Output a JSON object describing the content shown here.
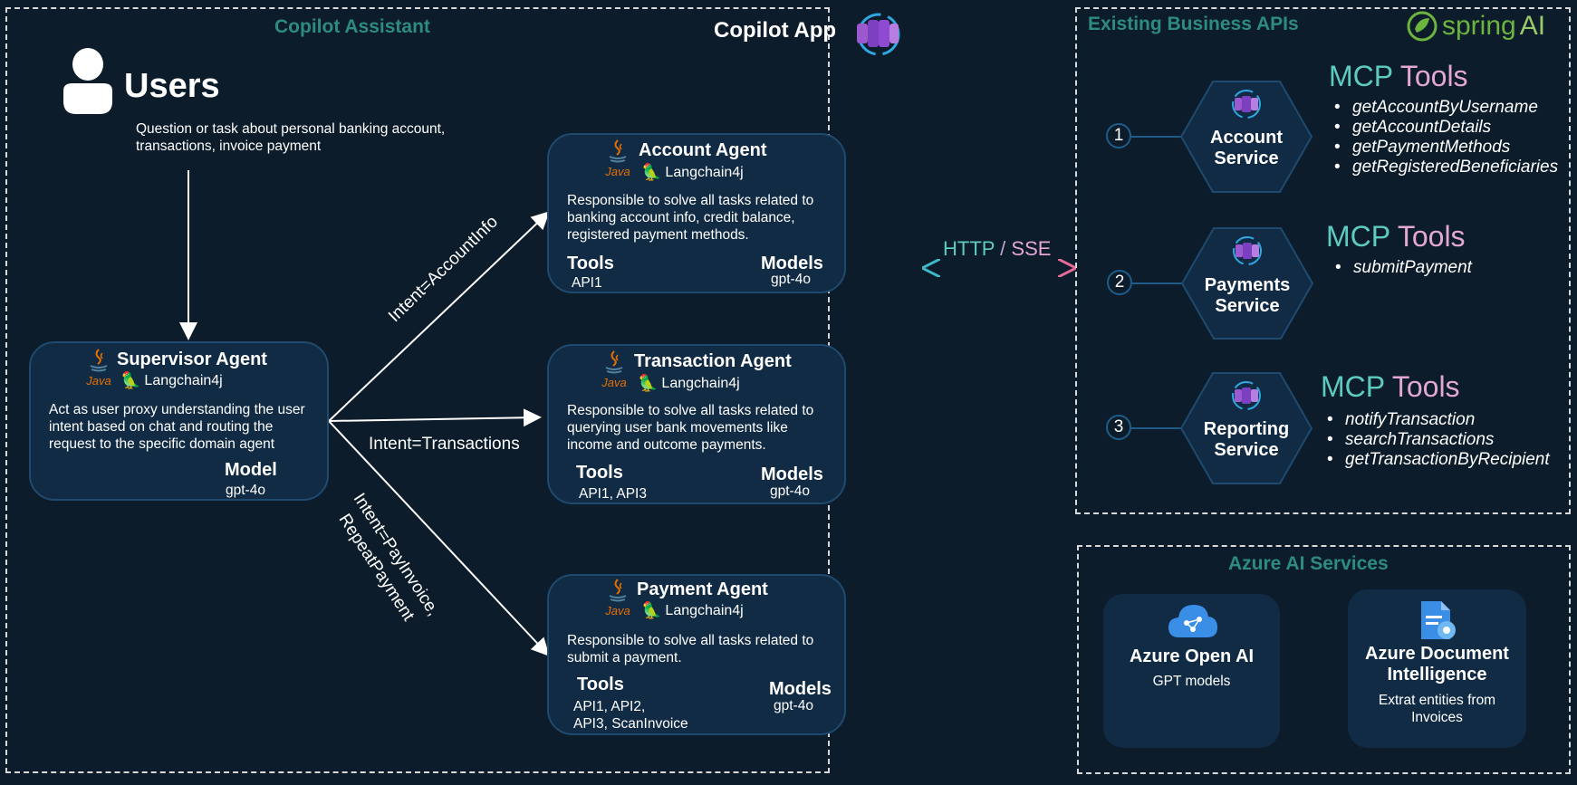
{
  "copilot": {
    "section_title": "Copilot Assistant",
    "app_title": "Copilot App"
  },
  "users": {
    "title": "Users",
    "description": "Question or task about personal banking account, transactions, invoice payment"
  },
  "supervisor": {
    "name": "Supervisor Agent",
    "framework": "Langchain4j",
    "description": "Act as user proxy understanding the user intent based on chat and routing the request to the specific domain agent",
    "model_label": "Model",
    "model_value": "gpt-4o"
  },
  "intents": {
    "account": "Intent=AccountInfo",
    "transactions": "Intent=Transactions",
    "payment_line1": "Intent=PayInvoice,",
    "payment_line2": "RepeatPayment"
  },
  "java_label": "Java",
  "agents": [
    {
      "name": "Account Agent",
      "framework": "Langchain4j",
      "description": "Responsible to solve all tasks related to banking account info, credit balance, registered payment methods.",
      "tools_label": "Tools",
      "tools_value": "API1",
      "models_label": "Models",
      "models_value": "gpt-4o"
    },
    {
      "name": "Transaction Agent",
      "framework": "Langchain4j",
      "description": "Responsible to solve all tasks related to querying user bank movements like income and outcome payments.",
      "tools_label": "Tools",
      "tools_value": "API1, API3",
      "models_label": "Models",
      "models_value": "gpt-4o"
    },
    {
      "name": "Payment Agent",
      "framework": "Langchain4j",
      "description": "Responsible to solve all tasks related to submit a payment.",
      "tools_label": "Tools",
      "tools_value_line1": "API1, API2,",
      "tools_value_line2": "API3, ScanInvoice",
      "models_label": "Models",
      "models_value": "gpt-4o"
    }
  ],
  "connector": {
    "label_a": "HTTP",
    "label_sep": " / ",
    "label_b": "SSE"
  },
  "business": {
    "section_title": "Existing Business APIs",
    "logo_text_a": "spring",
    "logo_text_b": "AI",
    "services": [
      {
        "number": "1",
        "name_line1": "Account",
        "name_line2": "Service",
        "mcp_a": "MCP",
        "mcp_b": "Tools",
        "tools": [
          "getAccountByUsername",
          "getAccountDetails",
          "getPaymentMethods",
          "getRegisteredBeneficiaries"
        ]
      },
      {
        "number": "2",
        "name_line1": "Payments",
        "name_line2": "Service",
        "mcp_a": "MCP",
        "mcp_b": "Tools",
        "tools": [
          "submitPayment"
        ]
      },
      {
        "number": "3",
        "name_line1": "Reporting",
        "name_line2": "Service",
        "mcp_a": "MCP",
        "mcp_b": "Tools",
        "tools": [
          "notifyTransaction",
          "searchTransactions",
          "getTransactionByRecipient"
        ]
      }
    ]
  },
  "azure": {
    "section_title": "Azure AI Services",
    "openai": {
      "title": "Azure Open AI",
      "subtitle": "GPT models"
    },
    "docintel": {
      "title_line1": "Azure Document",
      "title_line2": "Intelligence",
      "subtitle_line1": "Extrat entities from",
      "subtitle_line2": "Invoices"
    }
  },
  "colors": {
    "background": "#0c1c2a",
    "card": "#112b44",
    "section_title": "#2e8b80",
    "mcp_teal": "#5ecbc1",
    "mcp_pink": "#e3a7d6",
    "java_orange": "#e76f00"
  }
}
